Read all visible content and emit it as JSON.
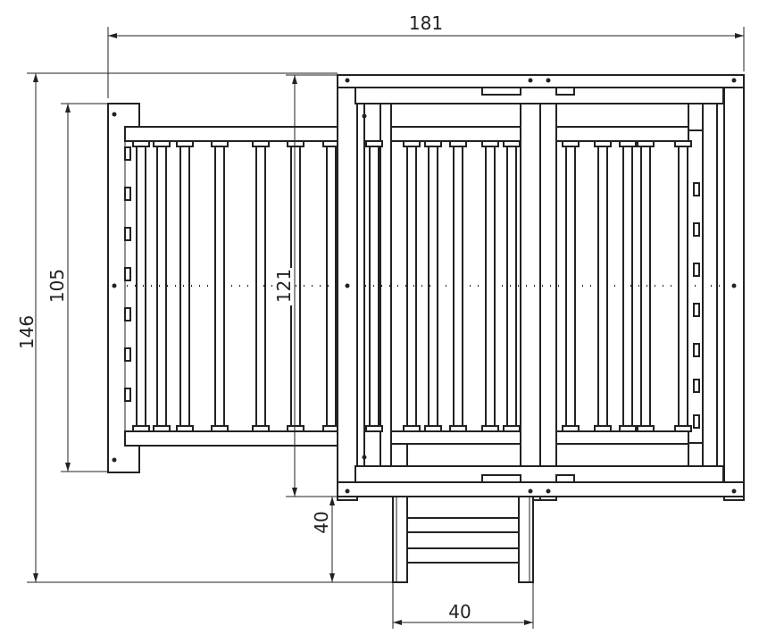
{
  "dimensions": {
    "total_width": "181",
    "total_depth": "146",
    "left_bed_length": "105",
    "inner_bed_length": "121",
    "ladder_depth": "40",
    "ladder_width": "40"
  },
  "colors": {
    "line": "#222222",
    "background": "#ffffff"
  }
}
